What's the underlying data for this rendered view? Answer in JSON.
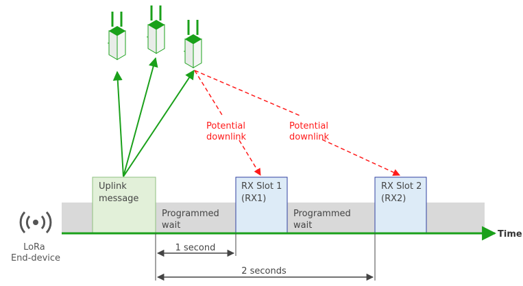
{
  "colors": {
    "green": "#1aa01a",
    "red": "#ff1a1a",
    "timeline_band": "#d9d9d9",
    "uplink_fill": "#e2f0d9",
    "rx_fill": "#ddebf7",
    "rx_border": "#2f3f9f",
    "dim_arrow": "#444444"
  },
  "gateways": [
    {
      "icon": "gateway-antenna-icon"
    },
    {
      "icon": "gateway-antenna-icon"
    },
    {
      "icon": "gateway-antenna-icon"
    }
  ],
  "downlink_labels": [
    {
      "line1": "Potential",
      "line2": "downlink"
    },
    {
      "line1": "Potential",
      "line2": "downlink"
    }
  ],
  "timeline": {
    "uplink": {
      "line1": "Uplink",
      "line2": "message"
    },
    "wait1": {
      "line1": "Programmed",
      "line2": "wait"
    },
    "rx1": {
      "line1": "RX Slot 1",
      "line2": "(RX1)"
    },
    "wait2": {
      "line1": "Programmed",
      "line2": "wait"
    },
    "rx2": {
      "line1": "RX Slot 2",
      "line2": "(RX2)"
    },
    "axis_label": "Time"
  },
  "device": {
    "icon": "wireless-device-icon",
    "line1": "LoRa",
    "line2": "End-device"
  },
  "durations": {
    "one": "1 second",
    "two": "2 seconds"
  }
}
